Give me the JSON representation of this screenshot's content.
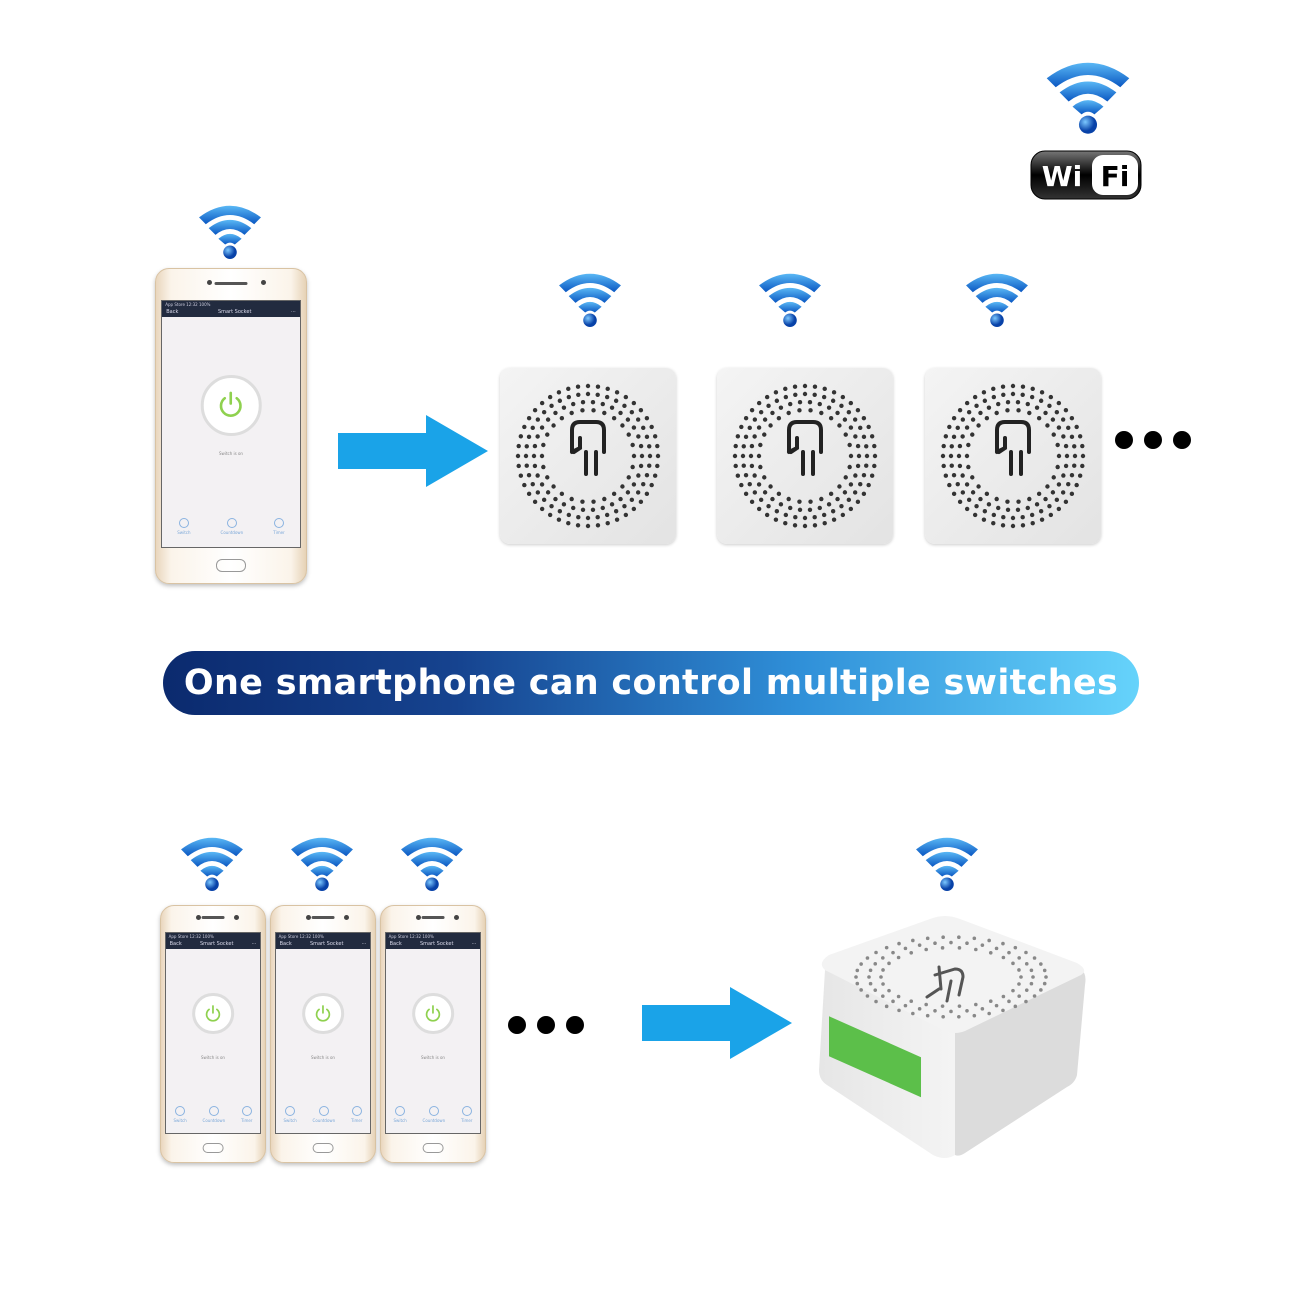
{
  "banner": {
    "text": "One smartphone can control multiple switches"
  },
  "wifi_logo": {
    "left": "Wi",
    "right": "Fi"
  },
  "phone_app": {
    "status_bar": "App Store  12:32  100%",
    "back_label": "Back",
    "title": "Smart Socket",
    "switch_status": "Switch is on",
    "tabs": [
      "Switch",
      "Countdown",
      "Timer"
    ]
  },
  "more_indicator": "more",
  "colors": {
    "wifi_blue": "#1a7fe0",
    "arrow_blue": "#1aa3e8",
    "power_green": "#8fd14f",
    "banner_dark": "#0b2a6e",
    "banner_light": "#66d3fb"
  },
  "icons": [
    "wifi-icon",
    "arrow-right-icon",
    "power-icon",
    "ellipsis-icon"
  ]
}
